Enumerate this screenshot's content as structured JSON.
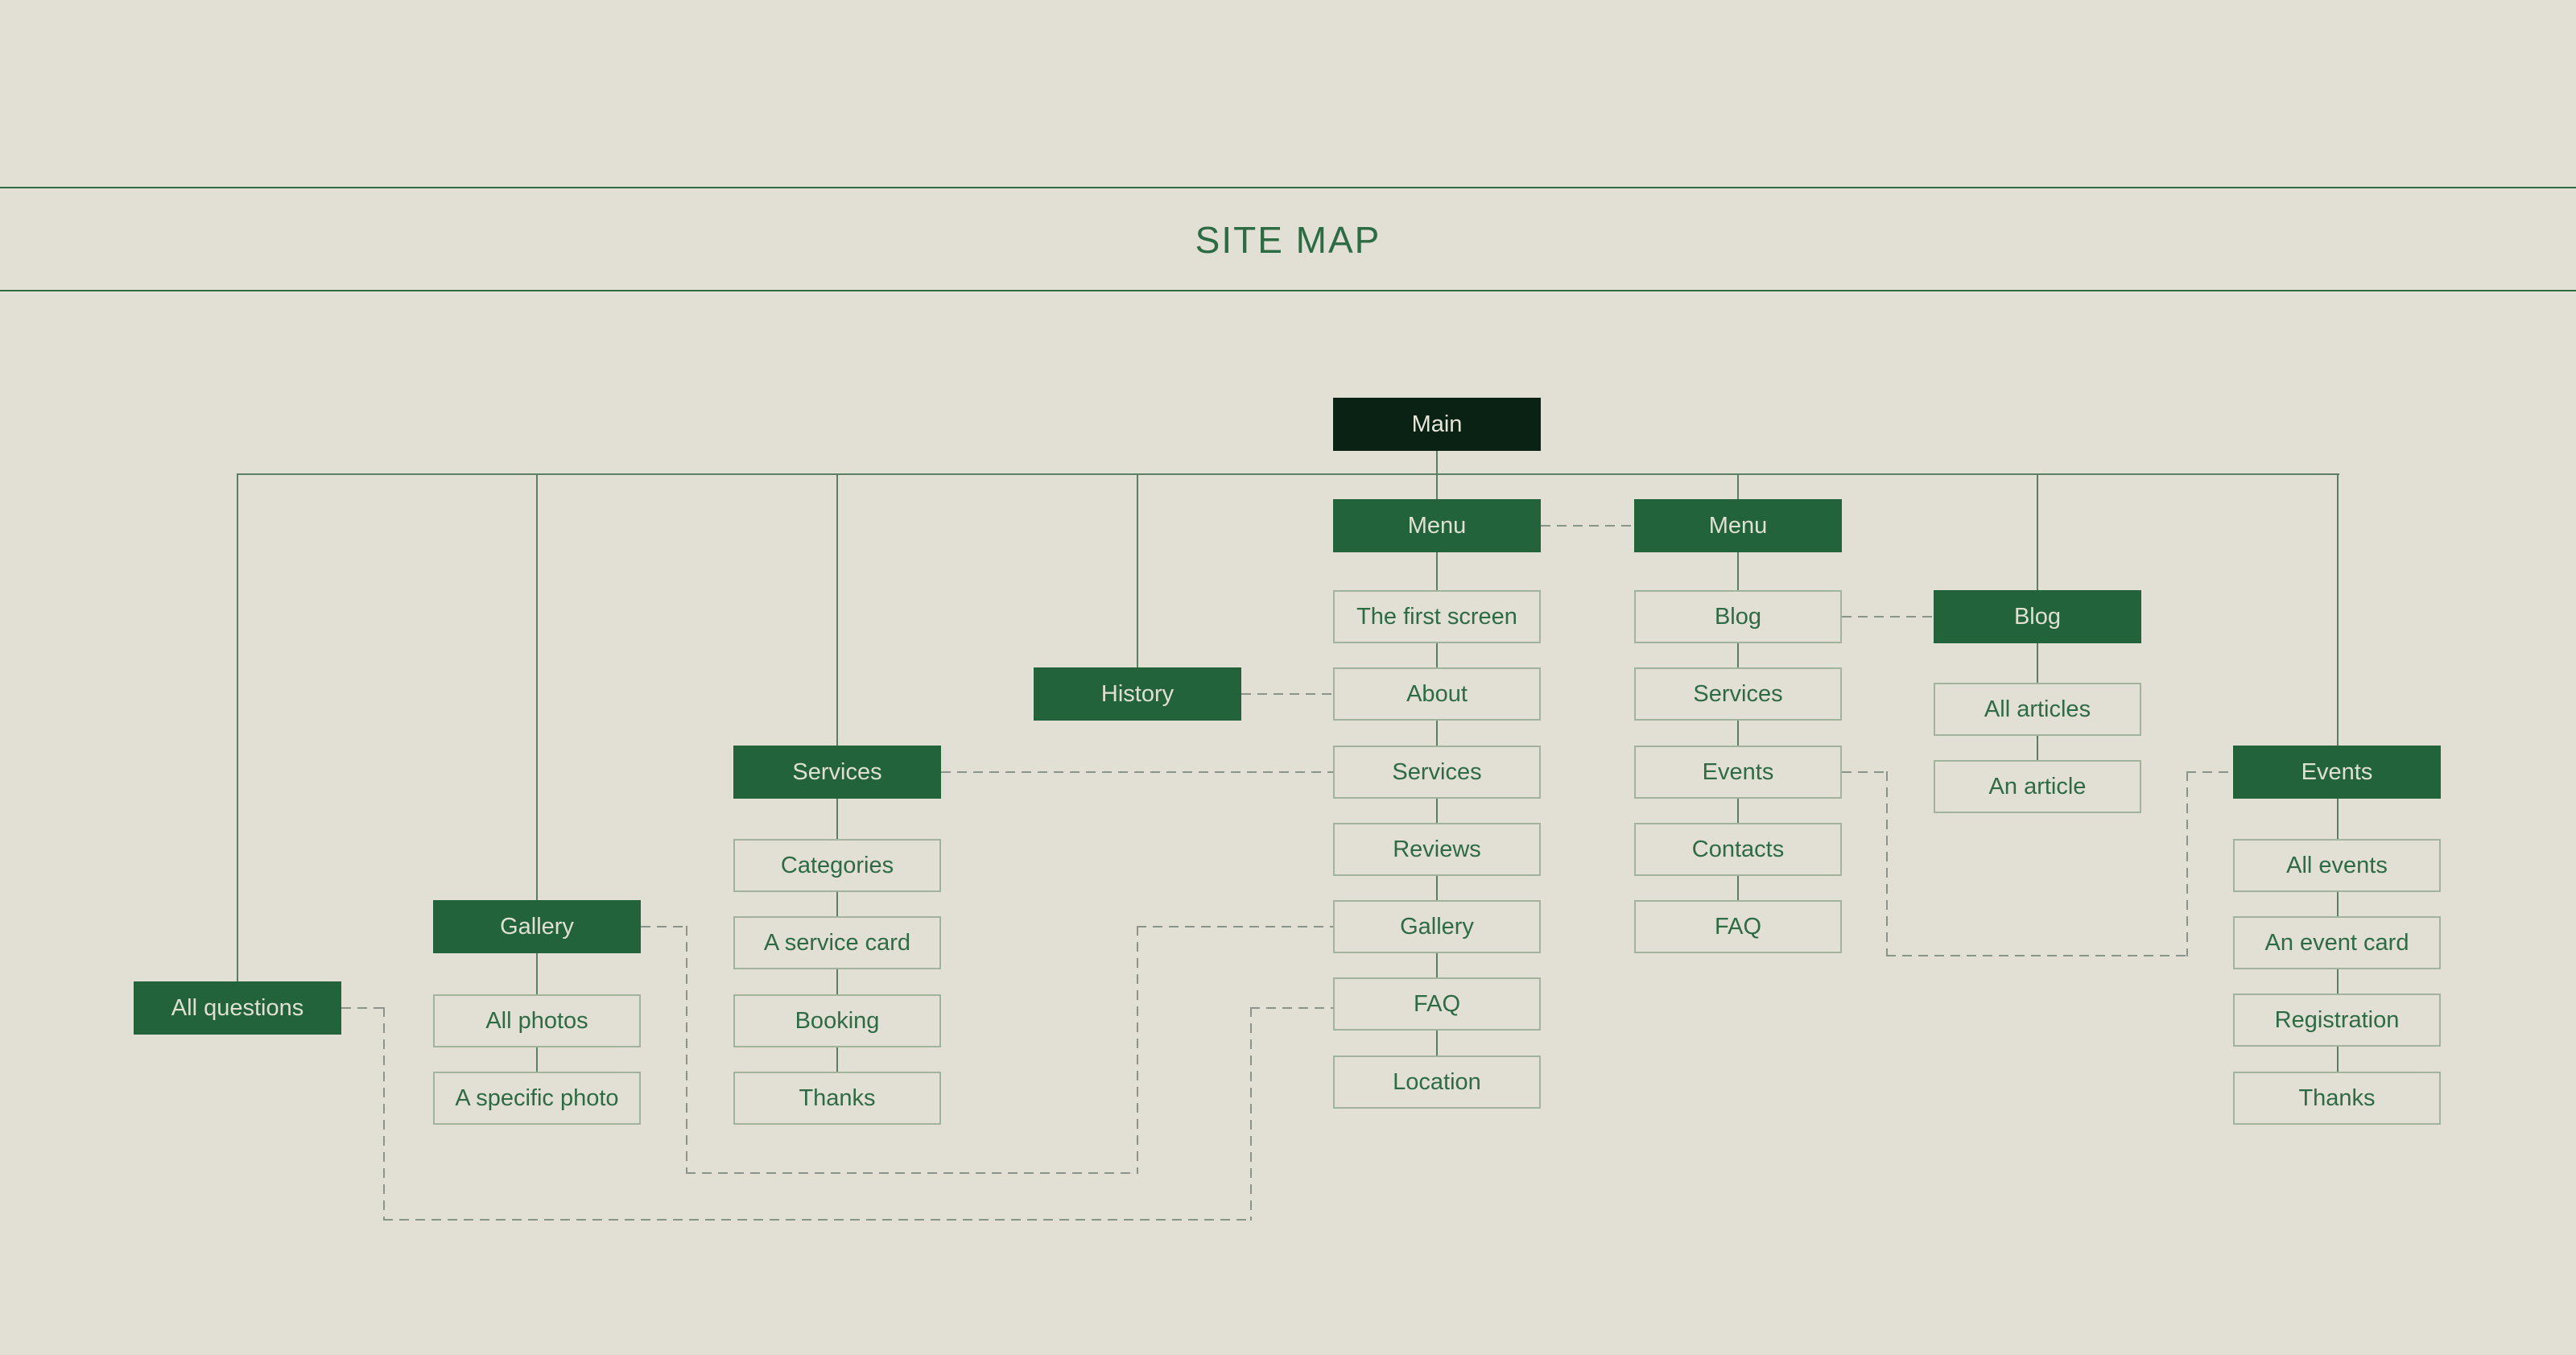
{
  "title": "SITE MAP",
  "palette": {
    "background": "#e2dfd4",
    "root_box_fill": "#0a2213",
    "dark_box_fill": "#23633b",
    "outlined_box_border": "#a1b29d",
    "green_text": "#2d6b45",
    "light_text": "#dfe0d2",
    "solid_line": "#5a7f63",
    "dashed_line": "#8b948a"
  },
  "nodes": {
    "main": {
      "label": "Main"
    },
    "menu_left": {
      "label": "Menu"
    },
    "menu_right": {
      "label": "Menu"
    },
    "first_screen": {
      "label": "The first screen"
    },
    "about": {
      "label": "About"
    },
    "services_page": {
      "label": "Services"
    },
    "reviews": {
      "label": "Reviews"
    },
    "gallery_page": {
      "label": "Gallery"
    },
    "faq_page": {
      "label": "FAQ"
    },
    "location": {
      "label": "Location"
    },
    "history": {
      "label": "History"
    },
    "services_section": {
      "label": "Services"
    },
    "categories": {
      "label": "Categories"
    },
    "service_card": {
      "label": "A service card"
    },
    "booking": {
      "label": "Booking"
    },
    "services_thanks": {
      "label": "Thanks"
    },
    "gallery_section": {
      "label": "Gallery"
    },
    "all_photos": {
      "label": "All photos"
    },
    "specific_photo": {
      "label": "A specific photo"
    },
    "all_questions": {
      "label": "All questions"
    },
    "menu_blog": {
      "label": "Blog"
    },
    "menu_services": {
      "label": "Services"
    },
    "menu_events": {
      "label": "Events"
    },
    "contacts": {
      "label": "Contacts"
    },
    "menu_faq": {
      "label": "FAQ"
    },
    "blog_section": {
      "label": "Blog"
    },
    "all_articles": {
      "label": "All articles"
    },
    "an_article": {
      "label": "An article"
    },
    "events_section": {
      "label": "Events"
    },
    "all_events": {
      "label": "All events"
    },
    "event_card": {
      "label": "An event card"
    },
    "registration": {
      "label": "Registration"
    },
    "events_thanks": {
      "label": "Thanks"
    }
  }
}
